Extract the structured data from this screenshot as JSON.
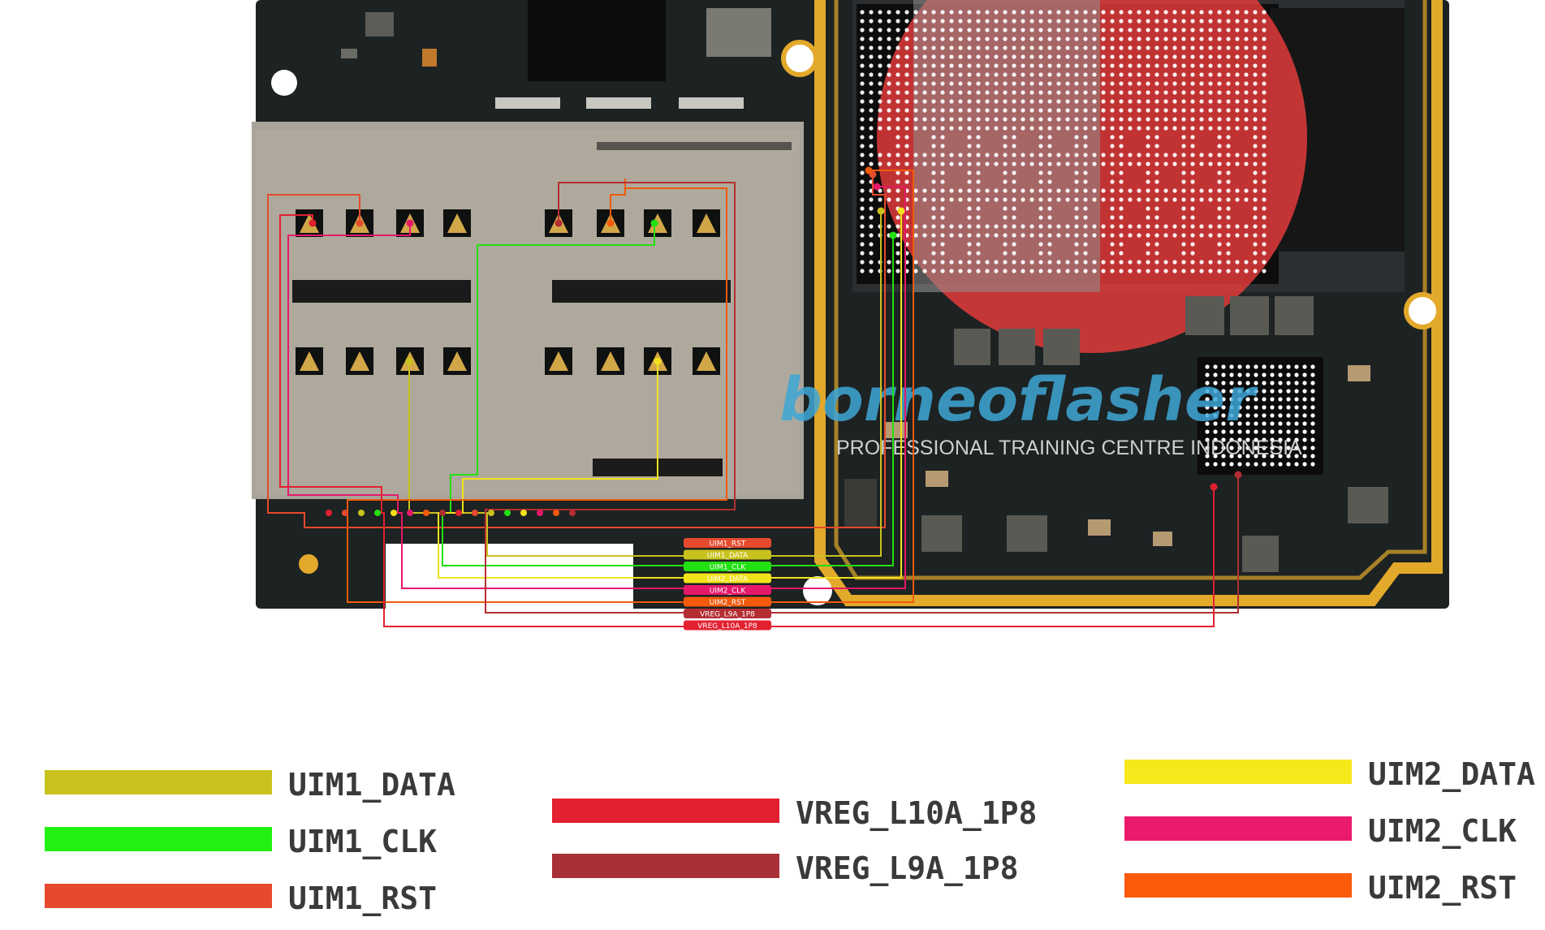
{
  "watermark": {
    "brand": "borneoflasher",
    "subtitle": "PROFESSIONAL TRAINING CENTRE INDONESIA",
    "brand_color": "#3ea7d6",
    "badge_color": "#e23b3b"
  },
  "board": {
    "pcb_color": "#1d2222",
    "trace_color": "#e3a92b",
    "shield_color": "#a9a49a"
  },
  "signal_tags": [
    {
      "label": "UIM1_RST",
      "color": "#e64a2e"
    },
    {
      "label": "UIM1_DATA",
      "color": "#c9c21e"
    },
    {
      "label": "UIM1_CLK",
      "color": "#22e012"
    },
    {
      "label": "UIM2_DATA",
      "color": "#f2e21b"
    },
    {
      "label": "UIM2_CLK",
      "color": "#e6186a"
    },
    {
      "label": "UIM2_RST",
      "color": "#f25a0c"
    },
    {
      "label": "VREG_L9A_1P8",
      "color": "#b32e33"
    },
    {
      "label": "VREG_L10A_1P8",
      "color": "#e22030"
    }
  ],
  "legend": {
    "left": [
      {
        "label": "UIM1_DATA",
        "color": "#c9c21e"
      },
      {
        "label": "UIM1_CLK",
        "color": "#22f012"
      },
      {
        "label": "UIM1_RST",
        "color": "#e64a2e"
      }
    ],
    "middle": [
      {
        "label": "VREG_L10A_1P8",
        "color": "#e22030"
      },
      {
        "label": "VREG_L9A_1P8",
        "color": "#a82f35"
      }
    ],
    "right": [
      {
        "label": "UIM2_DATA",
        "color": "#f7e81c"
      },
      {
        "label": "UIM2_CLK",
        "color": "#ec1a6c"
      },
      {
        "label": "UIM2_RST",
        "color": "#fb5a0a"
      }
    ]
  }
}
